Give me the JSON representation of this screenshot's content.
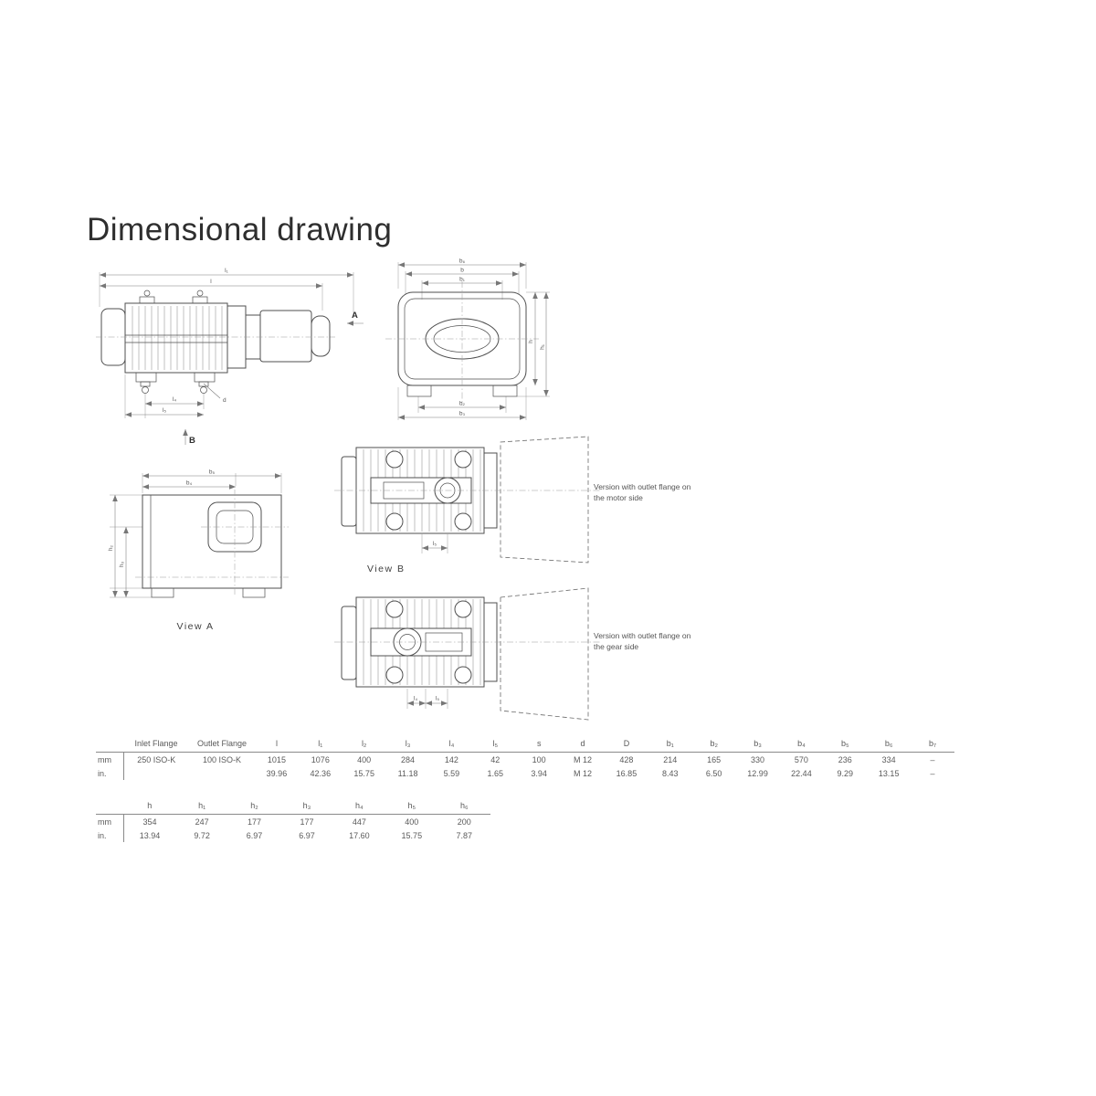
{
  "page": {
    "title": "Dimensional drawing"
  },
  "drawings": {
    "side_view": {
      "dim_l1": "l₁",
      "dim_l": "l",
      "dim_l4": "l₄",
      "dim_l5": "l₅",
      "dim_d": "d",
      "arrow_a": "A",
      "arrow_b": "B"
    },
    "end_view": {
      "dim_b6": "b₆",
      "dim_b": "b",
      "dim_b1": "b₁",
      "dim_h": "h",
      "dim_h1": "h₁",
      "dim_b2": "b₂",
      "dim_b3": "b₃"
    },
    "view_a": {
      "caption": "View A",
      "dim_b5": "b₅",
      "dim_b4": "b₄",
      "dim_h2": "h₂",
      "dim_h3": "h₃"
    },
    "view_b": {
      "caption": "View B",
      "dim_l5": "l₅",
      "note_line1": "Version with outlet flange on",
      "note_line2": "the motor side"
    },
    "view_c": {
      "dim_l4": "l₄",
      "dim_l5": "l₅",
      "note_line1": "Version with outlet flange on",
      "note_line2": "the gear side"
    }
  },
  "table1": {
    "row_unit_labels": [
      "mm",
      "in."
    ],
    "headers": [
      "Inlet Flange",
      "Outlet Flange",
      "l",
      "l₁",
      "l₂",
      "l₃",
      "l₄",
      "l₅",
      "s",
      "d",
      "D",
      "b₁",
      "b₂",
      "b₃",
      "b₄",
      "b₅",
      "b₆",
      "b₇"
    ],
    "rows": [
      [
        "250 ISO-K",
        "100 ISO-K",
        "1015",
        "1076",
        "400",
        "284",
        "142",
        "42",
        "100",
        "M 12",
        "428",
        "214",
        "165",
        "330",
        "570",
        "236",
        "334",
        "–"
      ],
      [
        "",
        "",
        "39.96",
        "42.36",
        "15.75",
        "11.18",
        "5.59",
        "1.65",
        "3.94",
        "M 12",
        "16.85",
        "8.43",
        "6.50",
        "12.99",
        "22.44",
        "9.29",
        "13.15",
        "–"
      ]
    ]
  },
  "table2": {
    "row_unit_labels": [
      "mm",
      "in."
    ],
    "headers": [
      "h",
      "h₁",
      "h₂",
      "h₃",
      "h₄",
      "h₅",
      "h₆"
    ],
    "rows": [
      [
        "354",
        "247",
        "177",
        "177",
        "447",
        "400",
        "200"
      ],
      [
        "13.94",
        "9.72",
        "6.97",
        "6.97",
        "17.60",
        "15.75",
        "7.87"
      ]
    ]
  }
}
